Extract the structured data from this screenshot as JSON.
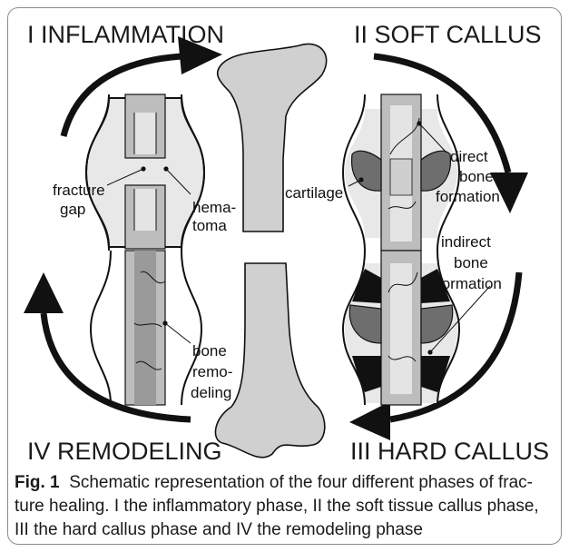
{
  "phases": {
    "inflammation": "I  INFLAMMATION",
    "soft_callus": "II  SOFT CALLUS",
    "hard_callus": "III  HARD CALLUS",
    "remodeling": "IV REMODELING"
  },
  "labels": {
    "fracture_gap": [
      "fracture",
      "gap"
    ],
    "hematoma": [
      "hema-",
      "toma"
    ],
    "cartilage": "cartilage",
    "direct_bone_formation": [
      "direct",
      "bone",
      "formation"
    ],
    "indirect_bone_formation": [
      "indirect",
      "bone",
      "formation"
    ],
    "bone_remodeling": [
      "bone",
      "remo-",
      "deling"
    ]
  },
  "caption": {
    "label": "Fig. 1",
    "line1": "Schematic representation of the four different phases of frac-",
    "line2": "ture healing. I the inflammatory phase, II the soft tissue callus phase,",
    "line3": "III the hard callus phase and IV the remodeling phase"
  },
  "colors": {
    "bone_fill": "#d0d0d0",
    "callus_fill": "#e8e8e8",
    "cartilage_fill": "#6e6e6e",
    "line": "#111111"
  }
}
